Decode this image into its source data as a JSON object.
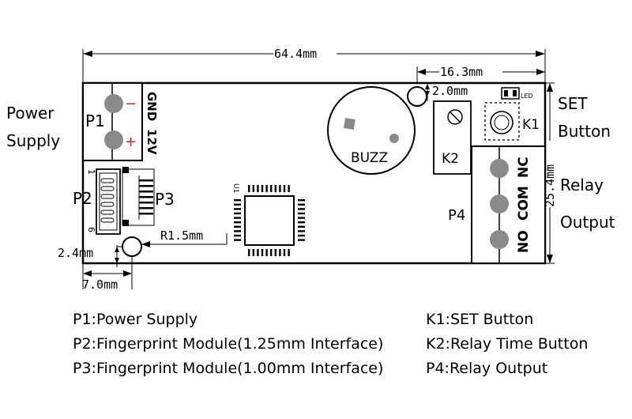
{
  "dimensions": {
    "board_width": "64.4mm",
    "board_height": "25.4mm",
    "set_offset": "16.3mm",
    "mount_hole_top": "2.0mm",
    "hole_radius": "R1.5mm",
    "hole_y_offset": "2.4mm",
    "hole_x_offset": "7.0mm"
  },
  "side_labels": {
    "power_line1": "Power",
    "power_line2": "Supply",
    "set_line1": "SET",
    "set_line2": "Button",
    "relay_line1": "Relay",
    "relay_line2": "Output"
  },
  "board_labels": {
    "p1": "P1",
    "p2": "P2",
    "p3": "P3",
    "p4": "P4",
    "k1": "K1",
    "k2": "K2",
    "buzz": "BUZZ",
    "gnd": "GND",
    "v12": "12V",
    "minus": "−",
    "plus": "+",
    "nc": "NC",
    "com": "COM",
    "no": "NO",
    "led": "LED",
    "pin1": "1",
    "pin6": "6",
    "u1": "U1"
  },
  "legend": {
    "left": [
      "P1:Power Supply",
      "P2:Fingerprint Module(1.25mm Interface)",
      "P3:Fingerprint Module(1.00mm Interface)"
    ],
    "right": [
      "K1:SET Button",
      "K2:Relay Time Button",
      "P4:Relay Output"
    ]
  }
}
